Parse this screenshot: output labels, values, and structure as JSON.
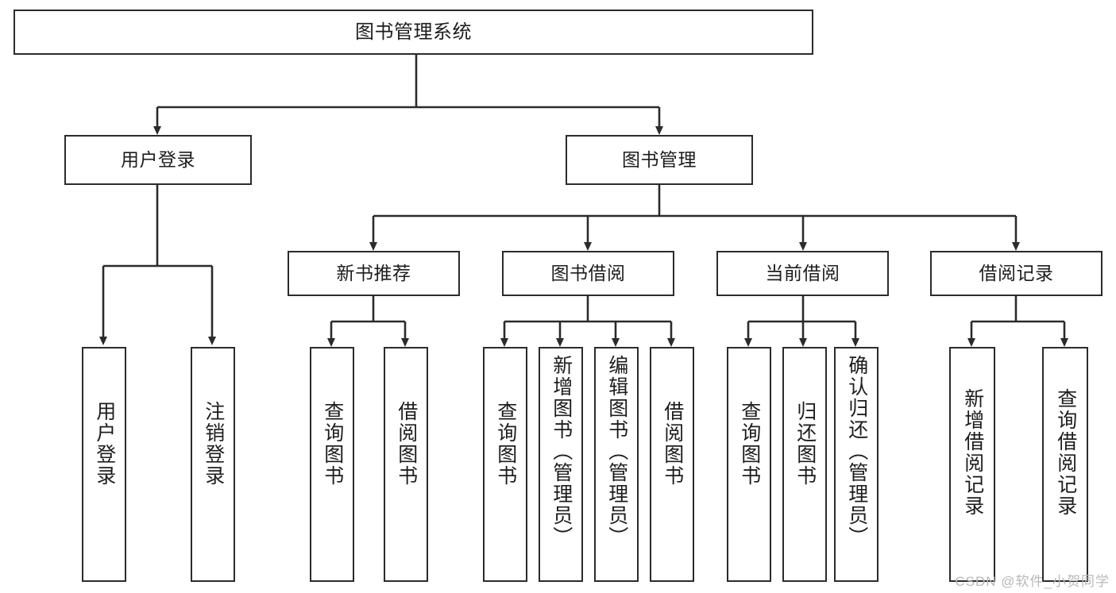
{
  "diagram": {
    "type": "tree",
    "title_node": "图书管理系统",
    "watermark": "CSDN @软件_小贺同学",
    "colors": {
      "stroke": "#2b2b2b",
      "fill": "#ffffff",
      "text": "#1d1d1d",
      "watermark": "#b9b9b9"
    },
    "levels": {
      "root": {
        "label": "图书管理系统"
      },
      "level2": [
        {
          "label": "用户登录"
        },
        {
          "label": "图书管理"
        }
      ],
      "level3": [
        {
          "label": "新书推荐"
        },
        {
          "label": "图书借阅"
        },
        {
          "label": "当前借阅"
        },
        {
          "label": "借阅记录"
        }
      ],
      "leaves": {
        "user_login": [
          {
            "label": "用户登录"
          },
          {
            "label": "注销登录"
          }
        ],
        "new_book_recommend": [
          {
            "label": "查询图书"
          },
          {
            "label": "借阅图书"
          }
        ],
        "book_borrow": [
          {
            "label": "查询图书"
          },
          {
            "label": "新增图书（管理员）"
          },
          {
            "label": "编辑图书（管理员）"
          },
          {
            "label": "借阅图书"
          }
        ],
        "current_borrow": [
          {
            "label": "查询图书"
          },
          {
            "label": "归还图书"
          },
          {
            "label": "确认归还（管理员）"
          }
        ],
        "borrow_record": [
          {
            "label": "新增借阅记录"
          },
          {
            "label": "查询借阅记录"
          }
        ]
      }
    }
  }
}
